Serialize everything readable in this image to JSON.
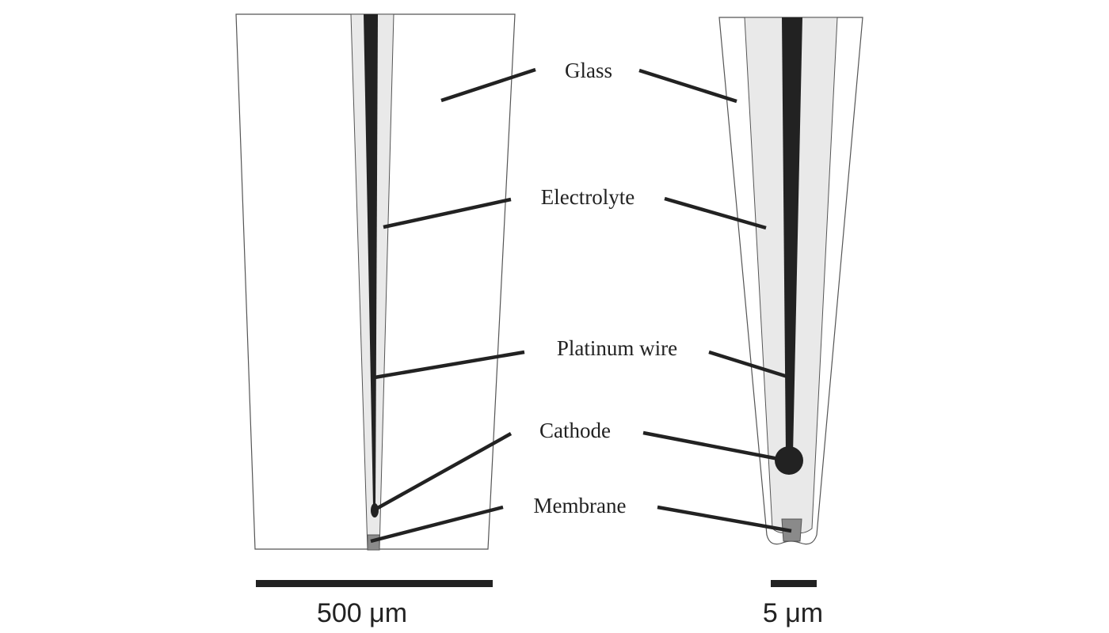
{
  "labels": {
    "glass": "Glass",
    "electrolyte": "Electrolyte",
    "platinum_wire": "Platinum wire",
    "cathode": "Cathode",
    "membrane": "Membrane"
  },
  "scalebars": {
    "left": "500 μm",
    "right": "5 μm"
  },
  "colors": {
    "ink": "#222222",
    "electrolyte": "#e9e9e9",
    "membrane": "#8a8a8a",
    "outline": "#555555"
  }
}
